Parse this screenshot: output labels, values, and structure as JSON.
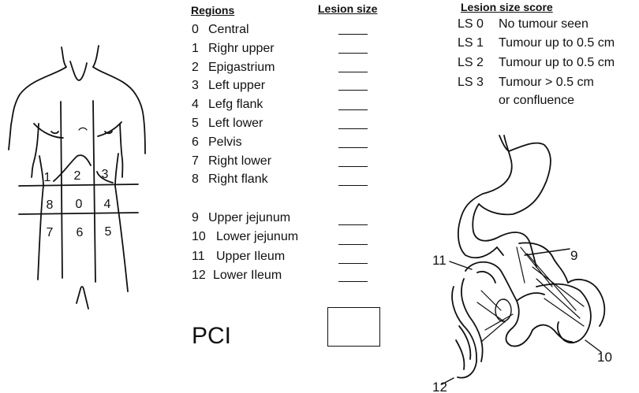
{
  "headers": {
    "regions": "Regions",
    "lesion_size": "Lesion size",
    "lesion_size_score": "Lesion size score"
  },
  "regions": [
    {
      "num": "0",
      "label": "Central"
    },
    {
      "num": "1",
      "label": "Righr upper"
    },
    {
      "num": "2",
      "label": "Epigastrium"
    },
    {
      "num": "3",
      "label": "Left upper"
    },
    {
      "num": "4",
      "label": "Lefg flank"
    },
    {
      "num": "5",
      "label": "Left lower"
    },
    {
      "num": "6",
      "label": "Pelvis"
    },
    {
      "num": "7",
      "label": "Right lower"
    },
    {
      "num": "8",
      "label": "Right flank"
    },
    {
      "num": "9",
      "label": "Upper jejunum"
    },
    {
      "num": "10",
      "label": "Lower jejunum"
    },
    {
      "num": "11",
      "label": "Upper Ileum"
    },
    {
      "num": "12",
      "label": "Lower Ileum"
    }
  ],
  "scores": [
    {
      "code": "LS 0",
      "desc": "No tumour seen"
    },
    {
      "code": "LS 1",
      "desc": "Tumour up to 0.5 cm"
    },
    {
      "code": "LS 2",
      "desc": "Tumour up to 0.5 cm"
    },
    {
      "code": "LS 3",
      "desc": "Tumour > 0.5 cm"
    },
    {
      "code": "",
      "desc": "or confluence"
    }
  ],
  "pci": {
    "label": "PCI",
    "value": ""
  },
  "body_diagram": {
    "grid_labels": [
      {
        "num": "1"
      },
      {
        "num": "2"
      },
      {
        "num": "3"
      },
      {
        "num": "8"
      },
      {
        "num": "0"
      },
      {
        "num": "4"
      },
      {
        "num": "7"
      },
      {
        "num": "6"
      },
      {
        "num": "5"
      }
    ]
  },
  "intestine_diagram": {
    "labels": [
      "11",
      "9",
      "10",
      "12"
    ]
  }
}
